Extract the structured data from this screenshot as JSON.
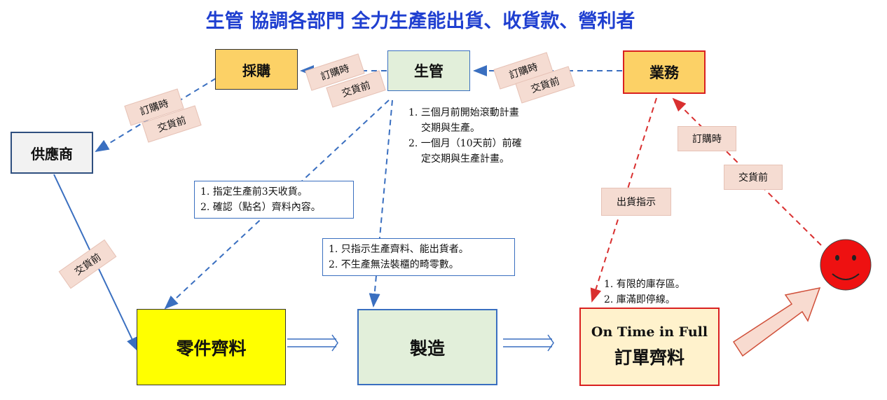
{
  "title": "生管 協調各部門 全力生產能出貨、收貨款、營利者",
  "nodes": {
    "purchasing": "採購",
    "production_control": "生管",
    "sales": "業務",
    "supplier": "供應商",
    "parts_materials": "零件齊料",
    "manufacturing": "製造",
    "order_line1": "On Time in Full",
    "order_line2": "訂單齊料"
  },
  "tags": {
    "order_time": "訂購時",
    "before_delivery": "交貨前",
    "shipping_instruction": "出貨指示"
  },
  "notes": {
    "pc_plan": [
      "1. 三個月前開始滾動計畫",
      "交期與生產。",
      "2. 一個月（10天前）前確",
      "定交期與生產計畫。"
    ],
    "receive": [
      "1. 指定生產前3天收貨。",
      "2. 確認（點名）齊料內容。"
    ],
    "produce": [
      "1. 只指示生產齊料、能出貨者。",
      "2. 不生產無法裝櫃的畸零數。"
    ],
    "inventory": [
      "1. 有限的庫存區。",
      "2. 庫滿即停線。"
    ]
  },
  "colors": {
    "title": "#1f3fd0",
    "arrow_blue": "#3a6fc0",
    "arrow_red": "#d93030",
    "orange_fill": "#fcd166",
    "green_fill": "#e2efda",
    "yellow_fill": "#ffff00",
    "tag_fill": "#f5dcd2",
    "smiley": "#ee1111"
  },
  "icons": {
    "customer": "smiley-face-icon"
  }
}
